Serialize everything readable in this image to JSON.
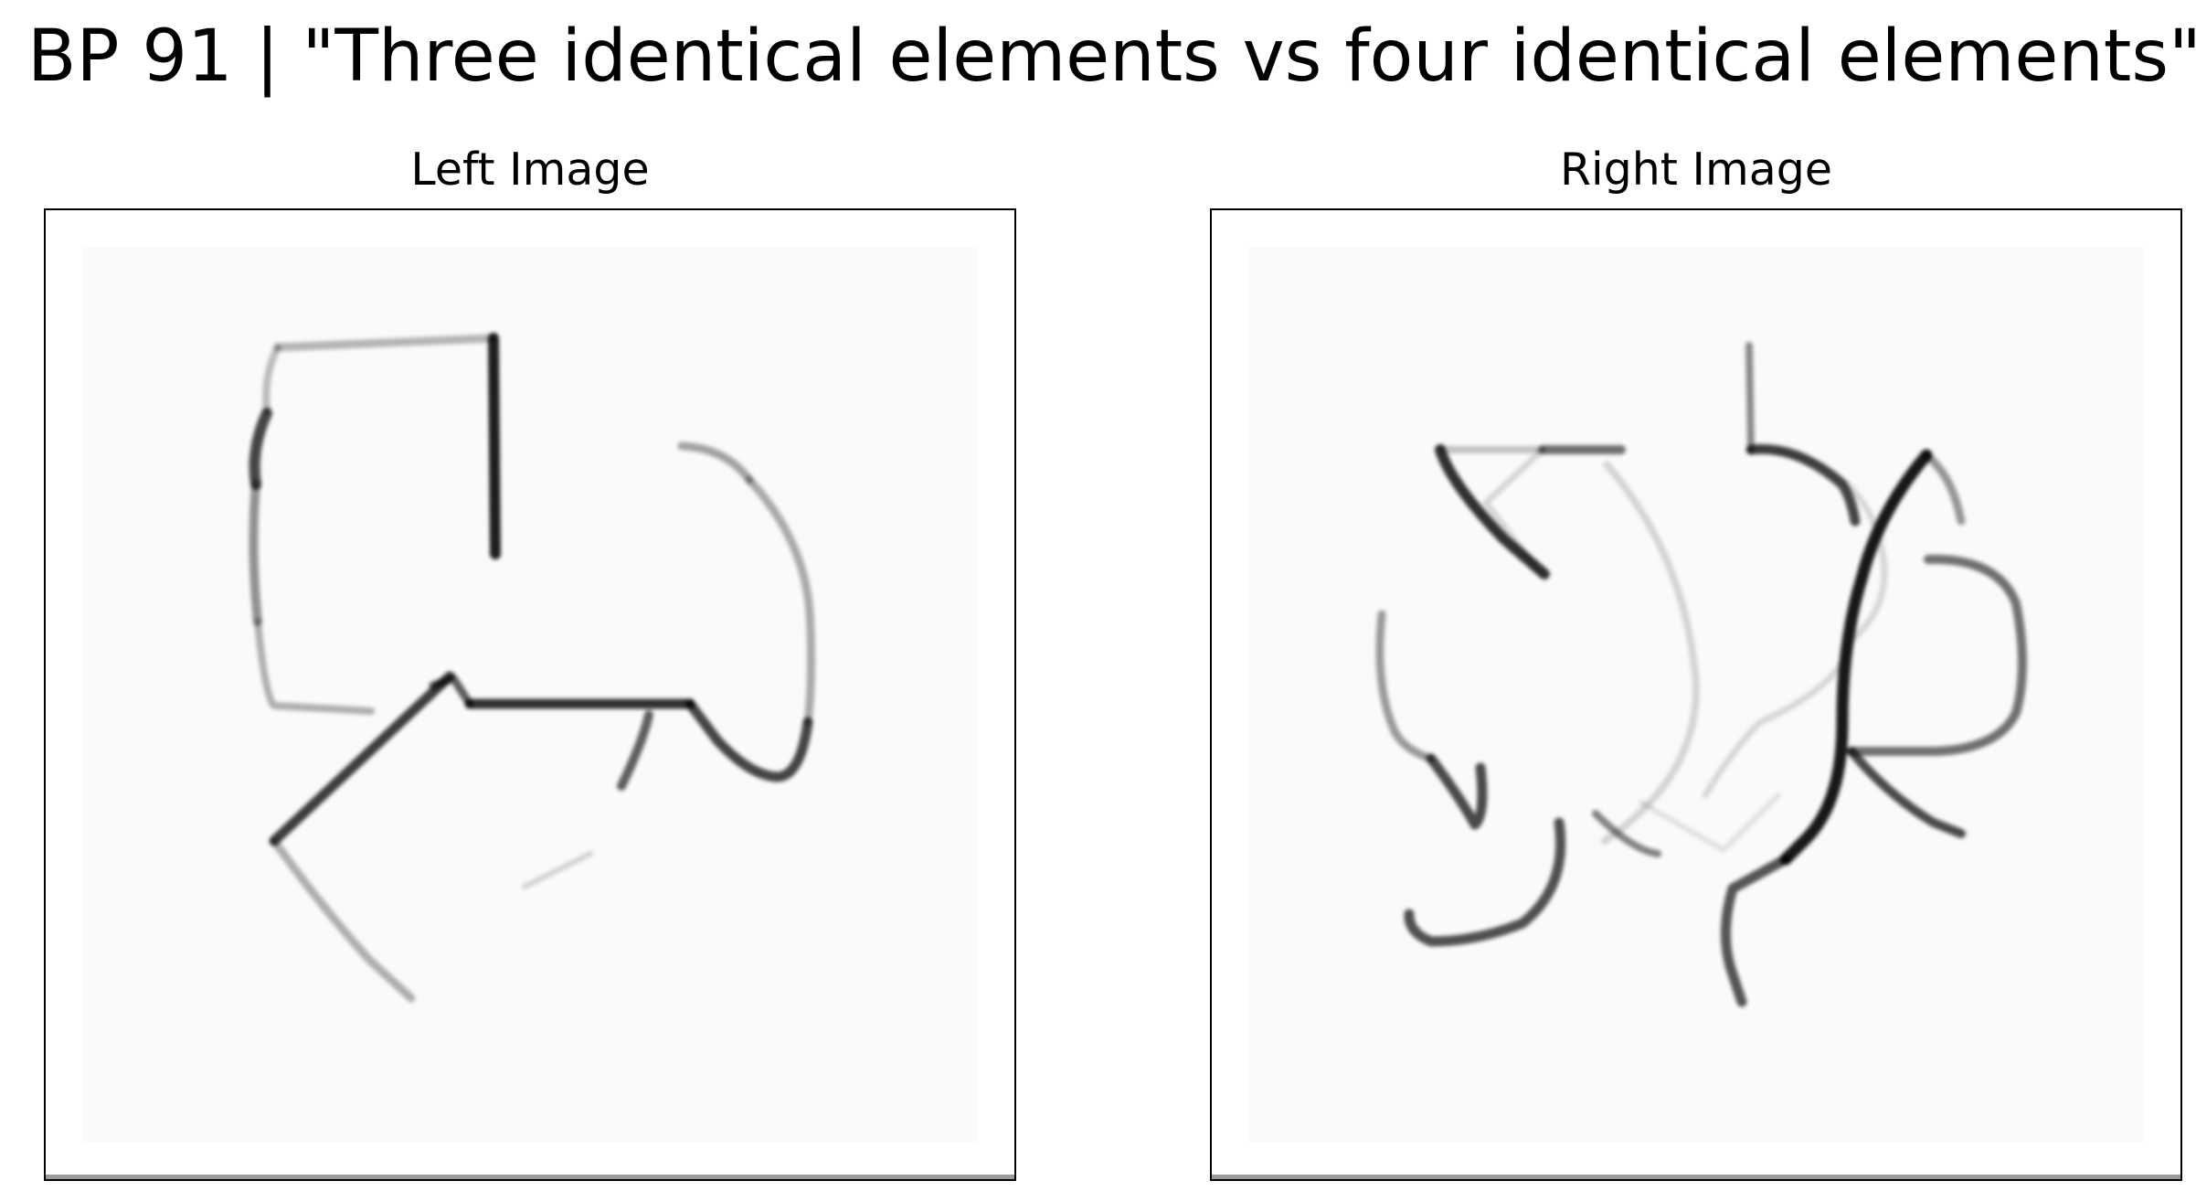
{
  "figure": {
    "title": "BP 91 | \"Three identical elements vs four identical elements\"",
    "panels": [
      {
        "title": "Left Image"
      },
      {
        "title": "Right Image"
      }
    ]
  },
  "colors": {
    "background": "#ffffff",
    "frame": "#000000",
    "stroke": "#000000"
  }
}
